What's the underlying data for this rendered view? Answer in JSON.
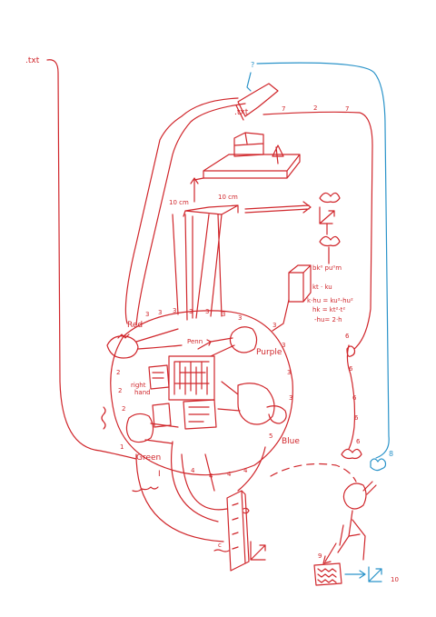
{
  "colors": {
    "ink_red": "#d0262b",
    "ink_blue": "#2a93c9",
    "paper": "#ffffff"
  },
  "labels": {
    "txt_top_left": ".txt",
    "txt_banner": ".txt",
    "question": "?",
    "measure_left": "10 cm",
    "measure_right": "10 cm",
    "formula_top": "bk⁰ pu⁰m",
    "formula_box": "kt · ku",
    "formula_line1": "k·hu = ku²-hu²",
    "formula_line2": "hk = kt²·t²",
    "formula_line3": "-hu= 2·h",
    "red": "Red",
    "purple": "Purple",
    "blue": "Blue",
    "green": "Green",
    "penn": "Penn",
    "right_hand_1": "right",
    "right_hand_2": "hand",
    "roman_one": "I",
    "c_label": "c",
    "num_7a": "7",
    "num_2": "2",
    "num_7b": "7",
    "num_3": "3",
    "num_4": "4",
    "num_5": "5",
    "num_6": "6",
    "num_1": "1",
    "num_8": "8",
    "num_9": "9",
    "num_10": "10"
  }
}
